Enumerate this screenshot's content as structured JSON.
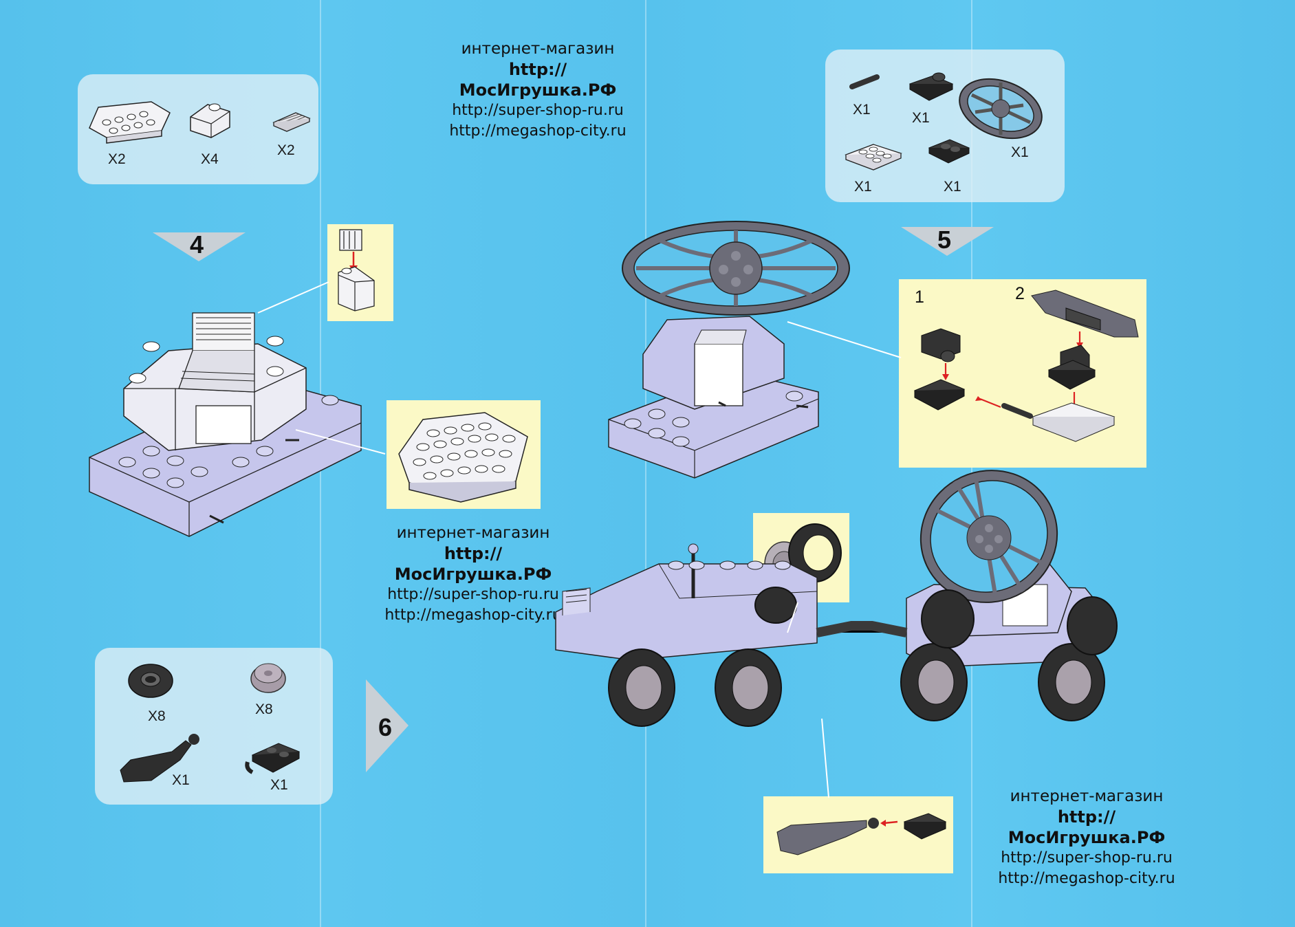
{
  "shop_blocks": [
    {
      "label": "интернет-магазин",
      "main_url": "http://МосИгрушка.РФ",
      "url2": "http://super-shop-ru.ru",
      "url3": "http://megashop-city.ru"
    },
    {
      "label": "интернет-магазин",
      "main_url": "http://МосИгрушка.РФ",
      "url2": "http://super-shop-ru.ru",
      "url3": "http://megashop-city.ru"
    },
    {
      "label": "интернет-магазин",
      "main_url": "http://МосИгрушка.РФ",
      "url2": "http://super-shop-ru.ru",
      "url3": "http://megashop-city.ru"
    }
  ],
  "step4": {
    "number": "4",
    "parts": [
      {
        "icon": "wedge-plate-icon",
        "qty": "X2"
      },
      {
        "icon": "slope-brick-icon",
        "qty": "X4"
      },
      {
        "icon": "grille-tile-icon",
        "qty": "X2"
      }
    ]
  },
  "step5": {
    "number": "5",
    "parts": [
      {
        "icon": "pin-icon",
        "qty": "X1"
      },
      {
        "icon": "hinge-plate-icon",
        "qty": "X1"
      },
      {
        "icon": "radar-dish-icon",
        "qty": "X1"
      },
      {
        "icon": "white-plate-icon",
        "qty": "X1"
      },
      {
        "icon": "dark-plate-icon",
        "qty": "X1"
      }
    ],
    "substeps": [
      "1",
      "2"
    ]
  },
  "step6": {
    "number": "6",
    "parts": [
      {
        "icon": "tire-icon",
        "qty": "X8"
      },
      {
        "icon": "wheel-hub-icon",
        "qty": "X8"
      },
      {
        "icon": "tow-bar-icon",
        "qty": "X1"
      },
      {
        "icon": "hitch-plate-icon",
        "qty": "X1"
      }
    ]
  },
  "colors": {
    "background": "#58c3ee",
    "callout": "#fbf9c6",
    "panel": "#e1f0f6",
    "arrow": "#c9d0d6",
    "brick": "#c4c4ee"
  }
}
